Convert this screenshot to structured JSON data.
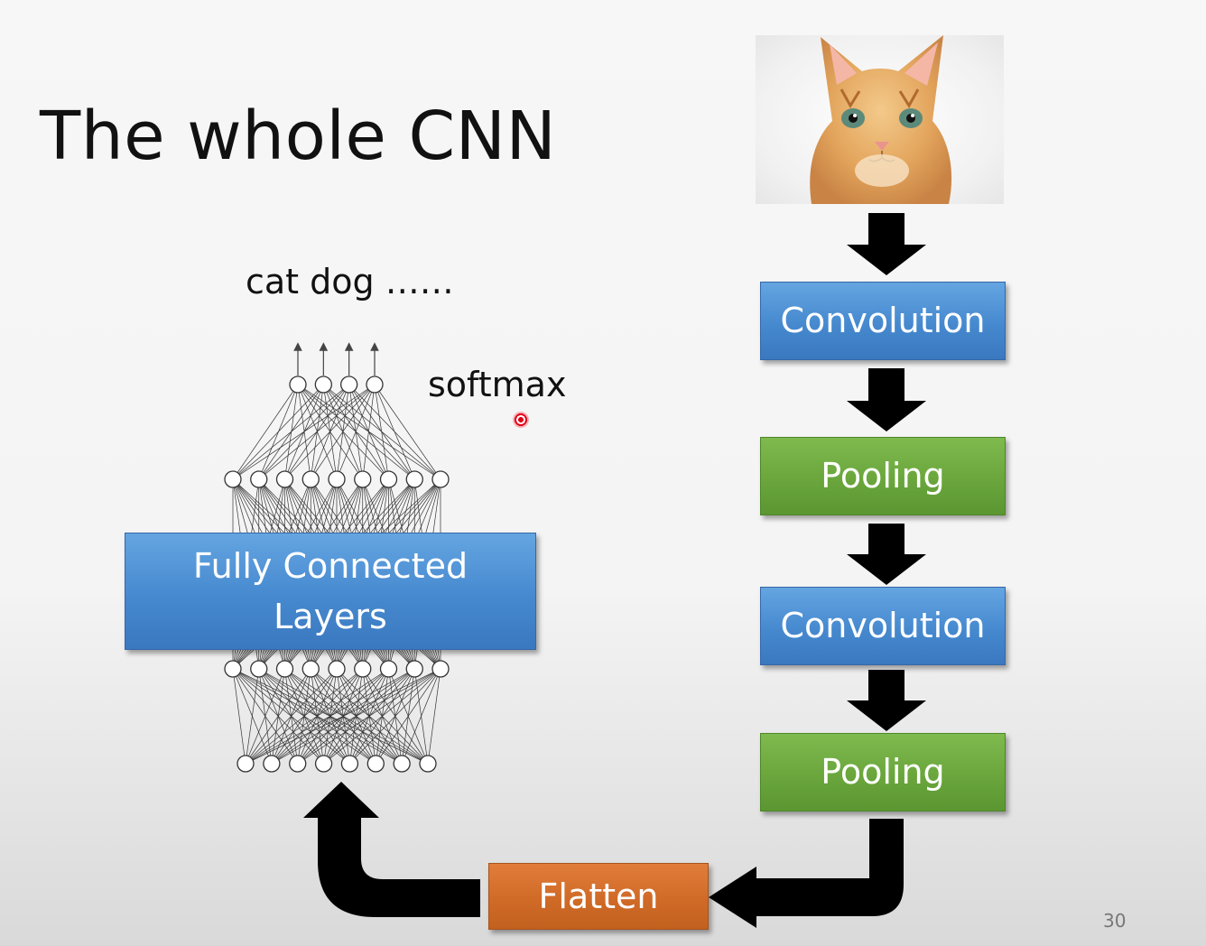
{
  "slide": {
    "title": "The whole CNN",
    "page_number": "30"
  },
  "network": {
    "outputs_label": "cat dog ……",
    "softmax_label": "softmax",
    "fc_label_line1": "Fully Connected",
    "fc_label_line2": "Layers"
  },
  "pipeline": {
    "steps": [
      "Convolution",
      "Pooling",
      "Convolution",
      "Pooling"
    ],
    "flatten": "Flatten"
  },
  "image": {
    "subject": "orange-kitten-photo"
  },
  "colors": {
    "blue": "#4a8cd2",
    "green": "#6aa63c",
    "orange": "#d06a27",
    "arrow": "#000000"
  }
}
